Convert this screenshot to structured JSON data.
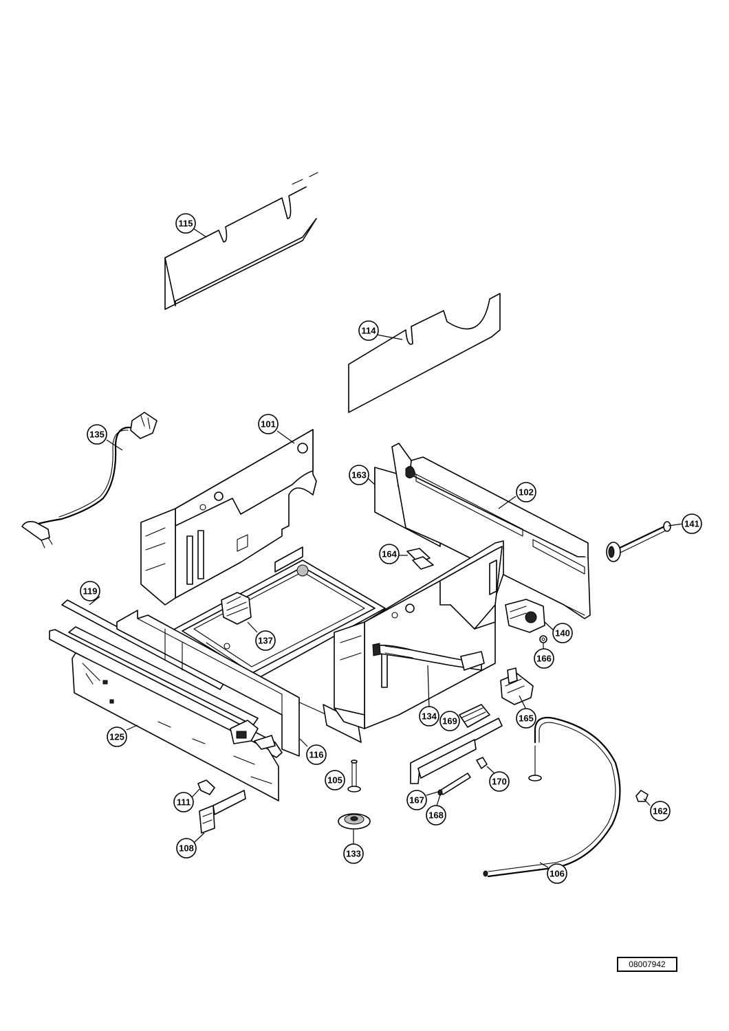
{
  "diagram": {
    "type": "exploded-parts-view",
    "reference_code": "08007942",
    "callouts": [
      "101",
      "102",
      "105",
      "106",
      "108",
      "111",
      "114",
      "115",
      "116",
      "119",
      "125",
      "133",
      "134",
      "135",
      "137",
      "140",
      "141",
      "162",
      "163",
      "164",
      "165",
      "166",
      "167",
      "168",
      "169",
      "170"
    ]
  }
}
